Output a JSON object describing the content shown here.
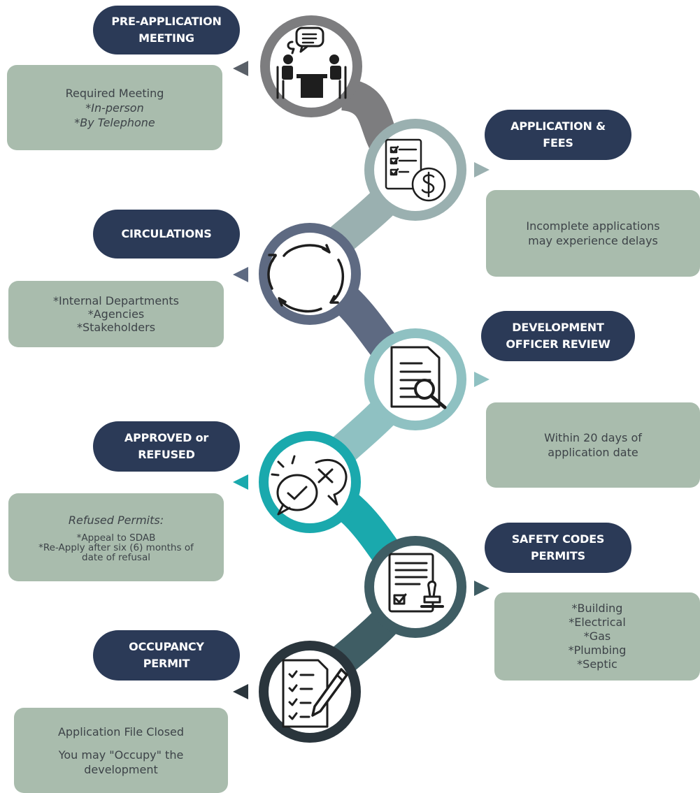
{
  "colors": {
    "pill": "#2b3a57",
    "note": "#a9bcad",
    "note_text": "#3d4348",
    "ring1": "#7d7d7f",
    "ring2": "#9ab0b0",
    "ring3": "#5e6a82",
    "ring4": "#8fc1c2",
    "ring5": "#1aa9ad",
    "ring6": "#3f5d64",
    "ring7": "#2a353c"
  },
  "steps": [
    {
      "title": [
        "PRE-APPLICATION",
        "MEETING"
      ],
      "icon": "meeting-icon",
      "note": [
        "Required Meeting",
        "*In-person",
        "*By Telephone"
      ]
    },
    {
      "title": [
        "APPLICATION &",
        "FEES"
      ],
      "icon": "application-fees-icon",
      "note": [
        "Incomplete applications",
        "may experience delays"
      ]
    },
    {
      "title": [
        "CIRCULATIONS"
      ],
      "icon": "circulation-arrows-icon",
      "note": [
        "*Internal Departments",
        "*Agencies",
        "*Stakeholders"
      ]
    },
    {
      "title": [
        "DEVELOPMENT",
        "OFFICER REVIEW"
      ],
      "icon": "document-review-icon",
      "note": [
        "Within 20 days of",
        "application date"
      ]
    },
    {
      "title": [
        "APPROVED or",
        "REFUSED"
      ],
      "icon": "approve-refuse-icon",
      "note_heading": "Refused Permits:",
      "note": [
        "*Appeal to SDAB",
        "*Re-Apply after six (6) months of",
        "date of refusal"
      ]
    },
    {
      "title": [
        "SAFETY CODES",
        "PERMITS"
      ],
      "icon": "permit-stamp-icon",
      "note": [
        "*Building",
        "*Electrical",
        "*Gas",
        "*Plumbing",
        "*Septic"
      ]
    },
    {
      "title": [
        "OCCUPANCY",
        "PERMIT"
      ],
      "icon": "checklist-pen-icon",
      "note": [
        "Application File Closed",
        "You may \"Occupy\" the",
        "development"
      ]
    }
  ]
}
